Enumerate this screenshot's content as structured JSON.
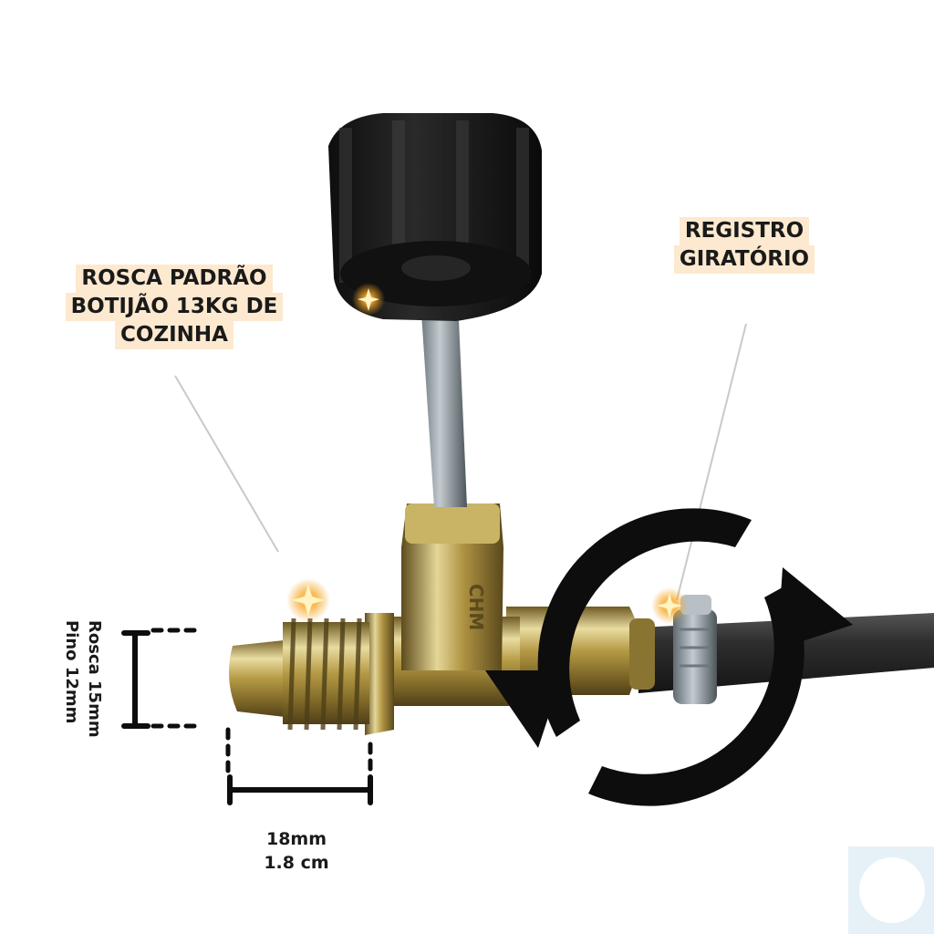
{
  "labels": {
    "thread_standard": [
      "ROSCA PADRÃO",
      "BOTIJÃO 13KG DE",
      "COZINHA"
    ],
    "rotating_valve": [
      "REGISTRO",
      "GIRATÓRIO"
    ],
    "width_dimension": [
      "18mm",
      "1.8 cm"
    ],
    "height_dimension": [
      "Rosca 15mm",
      "Pino 12mm"
    ]
  },
  "fitting_marking": "CHM",
  "colors": {
    "label_background": "#fde9cf",
    "label_text": "#1a1a1a",
    "brass": "#b59a45",
    "knob": "#151515",
    "hose": "#2e2e2e",
    "arrow": "#0d0d0d",
    "corner_badge": "#e6f1f7"
  },
  "icons": [
    "rotation-arrows-icon",
    "sparkle-icon"
  ]
}
